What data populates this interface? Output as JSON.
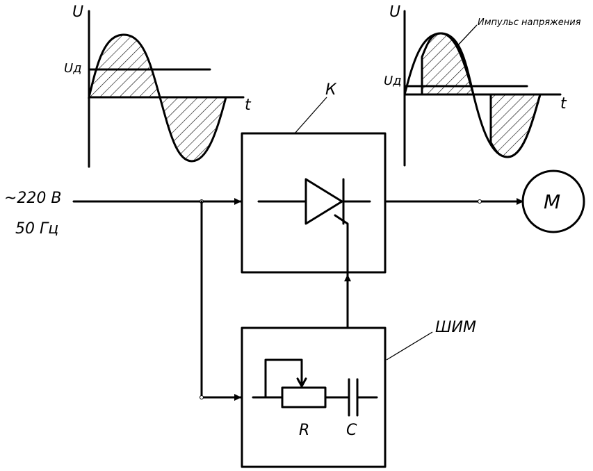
{
  "graph_left": {
    "axis_u": "U",
    "axis_t": "t",
    "threshold": "Uд"
  },
  "graph_right": {
    "axis_u": "U",
    "axis_t": "t",
    "threshold": "Uд",
    "annotation": "Импульс напряжения"
  },
  "input": {
    "voltage": "~220 В",
    "frequency": "50 Гц"
  },
  "blocks": {
    "switch_label": "К",
    "pwm_label": "ШИМ",
    "motor_label": "М",
    "resistor_label": "R",
    "capacitor_label": "C"
  }
}
